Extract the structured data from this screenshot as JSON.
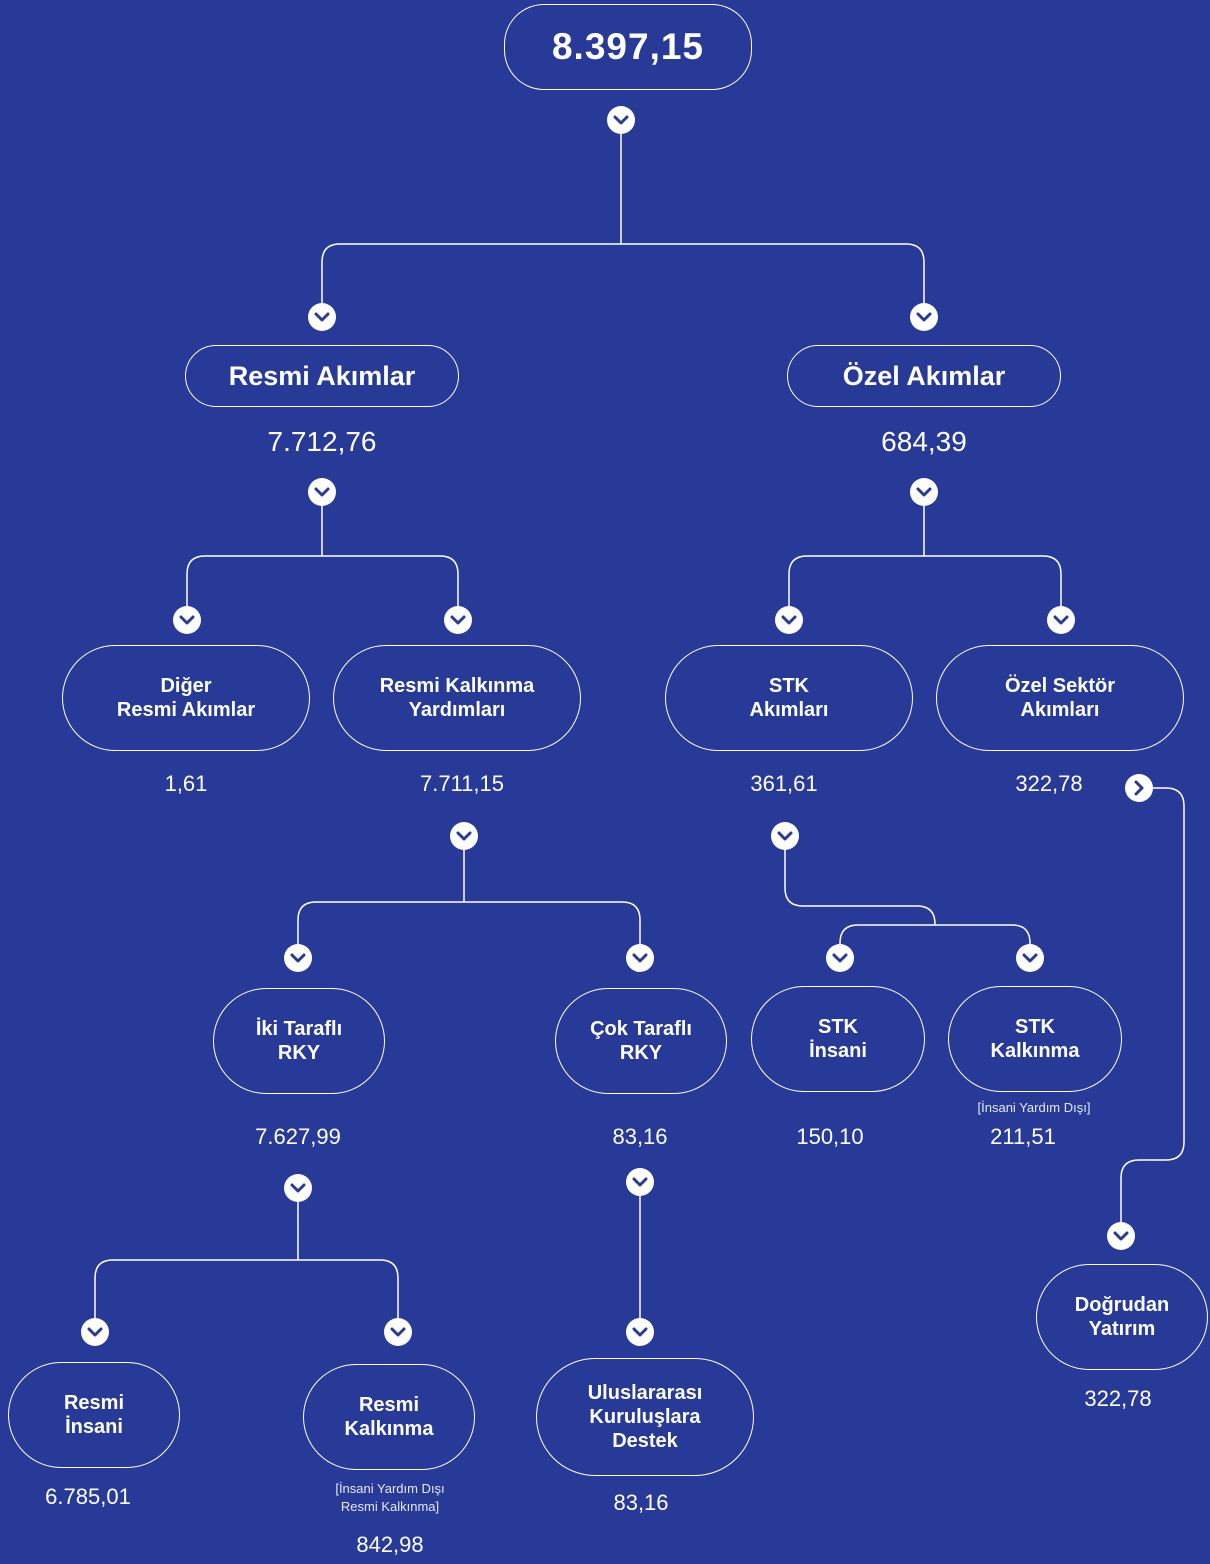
{
  "root": {
    "value": "8.397,15"
  },
  "resmi": {
    "title": "Resmi Akımlar",
    "value": "7.712,76",
    "diger": {
      "line1": "Diğer",
      "line2": "Resmi Akımlar",
      "value": "1,61"
    },
    "rky": {
      "line1": "Resmi Kalkınma",
      "line2": "Yardımları",
      "value": "7.711,15",
      "iki": {
        "line1": "İki Taraflı",
        "line2": "RKY",
        "value": "7.627,99",
        "insani": {
          "line1": "Resmi",
          "line2": "İnsani",
          "value": "6.785,01"
        },
        "kalkinma": {
          "line1": "Resmi",
          "line2": "Kalkınma",
          "note1": "[İnsani Yardım Dışı",
          "note2": "Resmi Kalkınma]",
          "value": "842,98"
        }
      },
      "cok": {
        "line1": "Çok Taraflı",
        "line2": "RKY",
        "value": "83,16",
        "uluslararasi": {
          "line1": "Uluslararası",
          "line2": "Kuruluşlara",
          "line3": "Destek",
          "value": "83,16"
        }
      }
    }
  },
  "ozel": {
    "title": "Özel Akımlar",
    "value": "684,39",
    "stk": {
      "line1": "STK",
      "line2": "Akımları",
      "value": "361,61",
      "insani": {
        "line1": "STK",
        "line2": "İnsani",
        "value": "150,10"
      },
      "kalkinma": {
        "line1": "STK",
        "line2": "Kalkınma",
        "note": "[İnsani Yardım Dışı]",
        "value": "211,51"
      }
    },
    "sektor": {
      "line1": "Özel Sektör",
      "line2": "Akımları",
      "value": "322,78",
      "dogrudan": {
        "line1": "Doğrudan",
        "line2": "Yatırım",
        "value": "322,78"
      }
    }
  },
  "colors": {
    "background": "#283a97",
    "foreground": "#ffffff"
  }
}
